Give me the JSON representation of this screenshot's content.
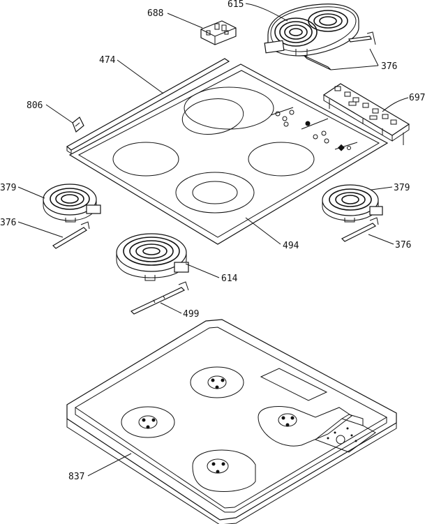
{
  "diagram": {
    "callouts": {
      "c688": "688",
      "c615": "615",
      "c474": "474",
      "c376_top": "376",
      "c697": "697",
      "c806": "806",
      "c379_left": "379",
      "c379_right": "379",
      "c376_left": "376",
      "c376_right": "376",
      "c494": "494",
      "c614": "614",
      "c499": "499",
      "c837": "837"
    }
  }
}
